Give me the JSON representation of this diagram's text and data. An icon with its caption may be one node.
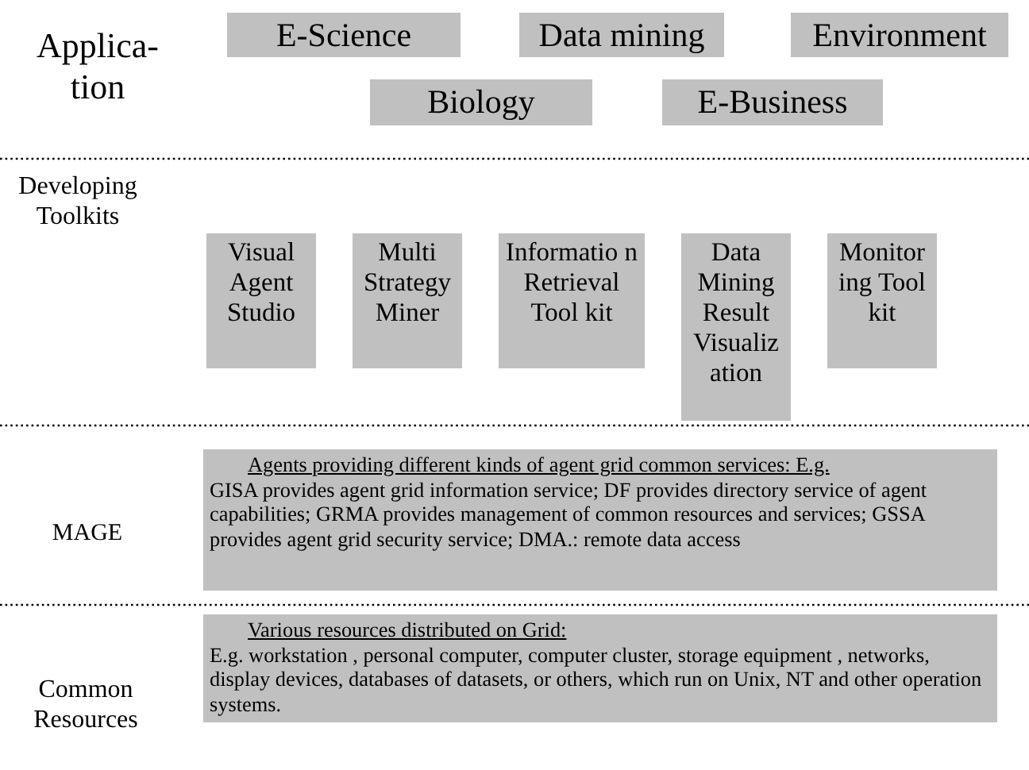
{
  "diagram": {
    "nodes": [
      {
        "text": [
          "E-Science"
        ]
      },
      {
        "text": [
          "Data mining"
        ]
      },
      {
        "text": [
          "Environment"
        ]
      },
      {
        "text": [
          "Biology"
        ]
      },
      {
        "text": [
          "E-Business"
        ]
      },
      {
        "text": [
          "Visual Agent Studio"
        ]
      },
      {
        "text": [
          "Multi Strategy Miner"
        ]
      },
      {
        "text": [
          "Informatio n Retrieval Tool kit"
        ]
      },
      {
        "text": [
          "Data Mining Result Visualiz ation"
        ]
      },
      {
        "text": [
          "Monitor ing Tool kit"
        ]
      },
      {
        "text": [
          "Agents providing different kinds of agent grid common services: E.g.",
          "GISA provides agent grid information service; DF provides directory service of agent capabilities; GRMA provides management of common resources and services; GSSA provides agent grid security service; DMA.: remote data access"
        ]
      },
      {
        "text": [
          "Various resources distributed on Grid:",
          "E.g. workstation , personal computer, computer cluster, storage equipment , networks, display devices, databases of datasets, or others, which run on Unix, NT and other operation systems."
        ]
      }
    ],
    "labels": [
      "Applica-tion",
      "Developing Toolkits",
      "MAGE",
      "Common Resources"
    ]
  }
}
